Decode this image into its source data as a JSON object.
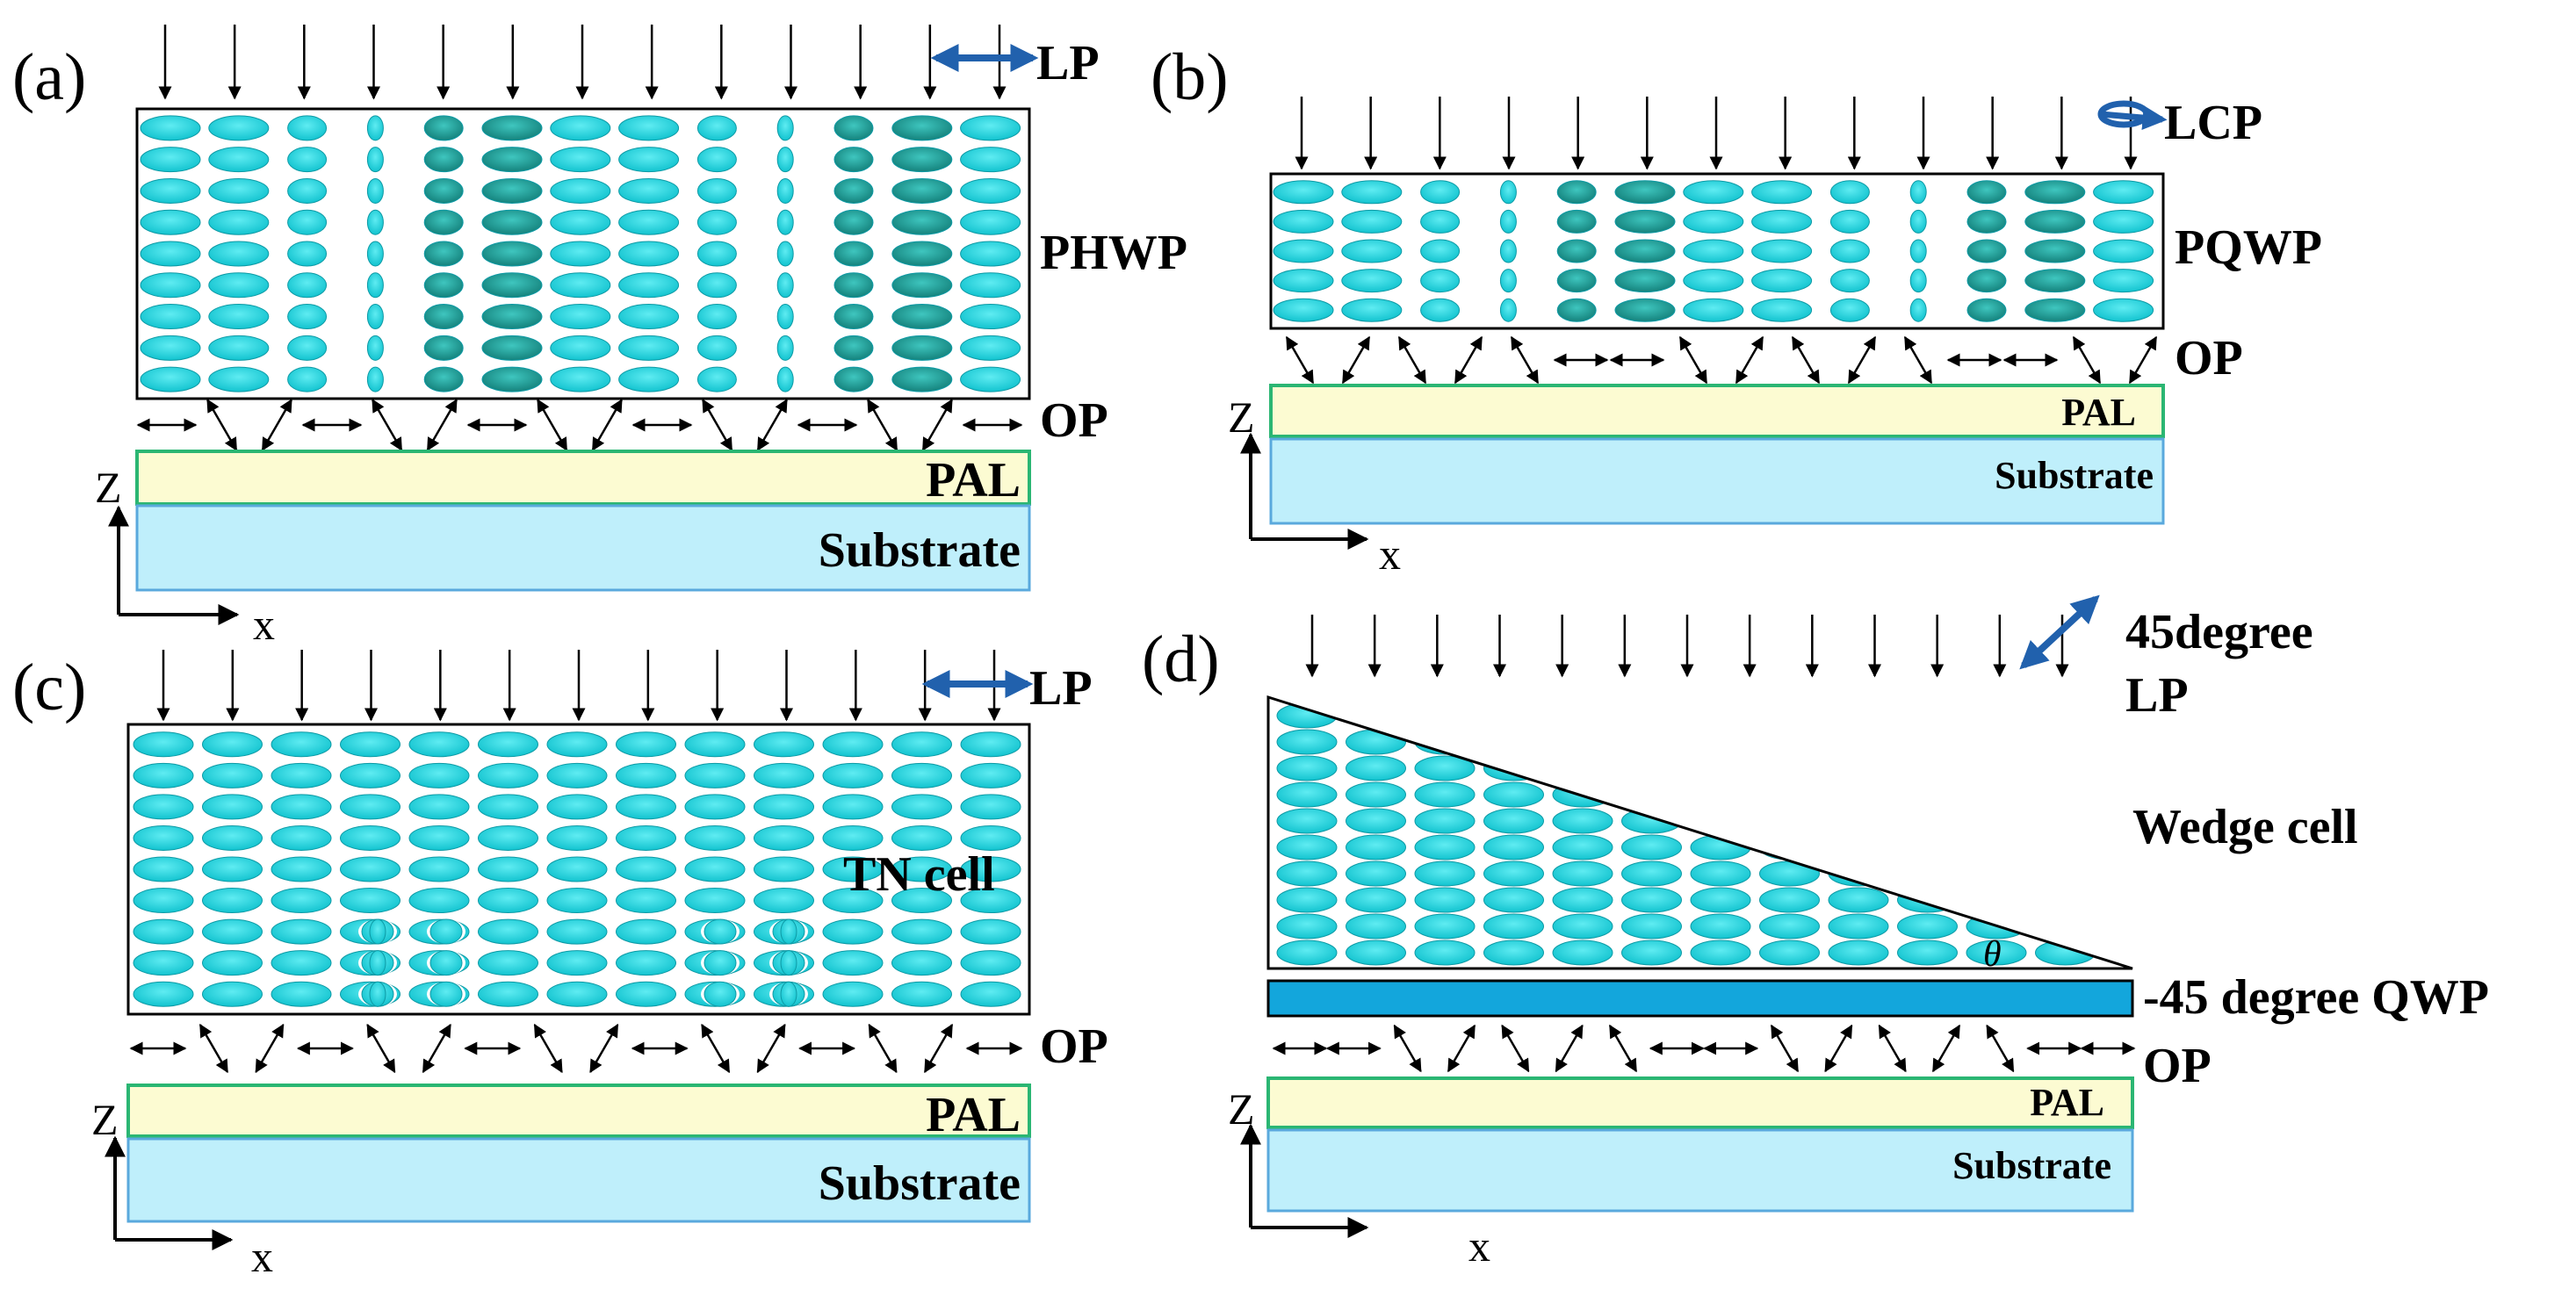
{
  "colors": {
    "lc": "#1ad3dc",
    "lc_edge": "#0e9aa5",
    "lc_dark": "#14978f",
    "pal_fill": "#fcfbd2",
    "pal_border": "#2bb673",
    "substrate_fill": "#bfeffb",
    "substrate_border": "#5aa9dd",
    "qwp_fill": "#13a6dc",
    "polarizer_arrow": "#2161ad"
  },
  "icons": {
    "linear_polarization": "double-headed-arrow-icon",
    "circular_polarization": "circular-arrow-icon",
    "incident_light": "down-arrow-icon",
    "orientation": "double-headed-arrow-icon"
  },
  "panels": {
    "a": {
      "label": "(a)",
      "input_pol": "LP",
      "cell": "PHWP",
      "op": "OP",
      "pal": "PAL",
      "substrate": "Substrate",
      "axis_z": "Z",
      "axis_x": "x"
    },
    "b": {
      "label": "(b)",
      "input_pol": "LCP",
      "cell": "PQWP",
      "op": "OP",
      "pal": "PAL",
      "substrate": "Substrate",
      "axis_z": "Z",
      "axis_x": "x"
    },
    "c": {
      "label": "(c)",
      "input_pol": "LP",
      "cell": "TN cell",
      "op": "OP",
      "pal": "PAL",
      "substrate": "Substrate",
      "axis_z": "Z",
      "axis_x": "x"
    },
    "d": {
      "label": "(d)",
      "input_pol_line1": "45degree",
      "input_pol_line2": "LP",
      "cell": "Wedge cell",
      "angle": "θ",
      "qwp": "-45 degree QWP",
      "op": "OP",
      "pal": "PAL",
      "substrate": "Substrate",
      "axis_z": "Z",
      "axis_x": "x"
    }
  }
}
